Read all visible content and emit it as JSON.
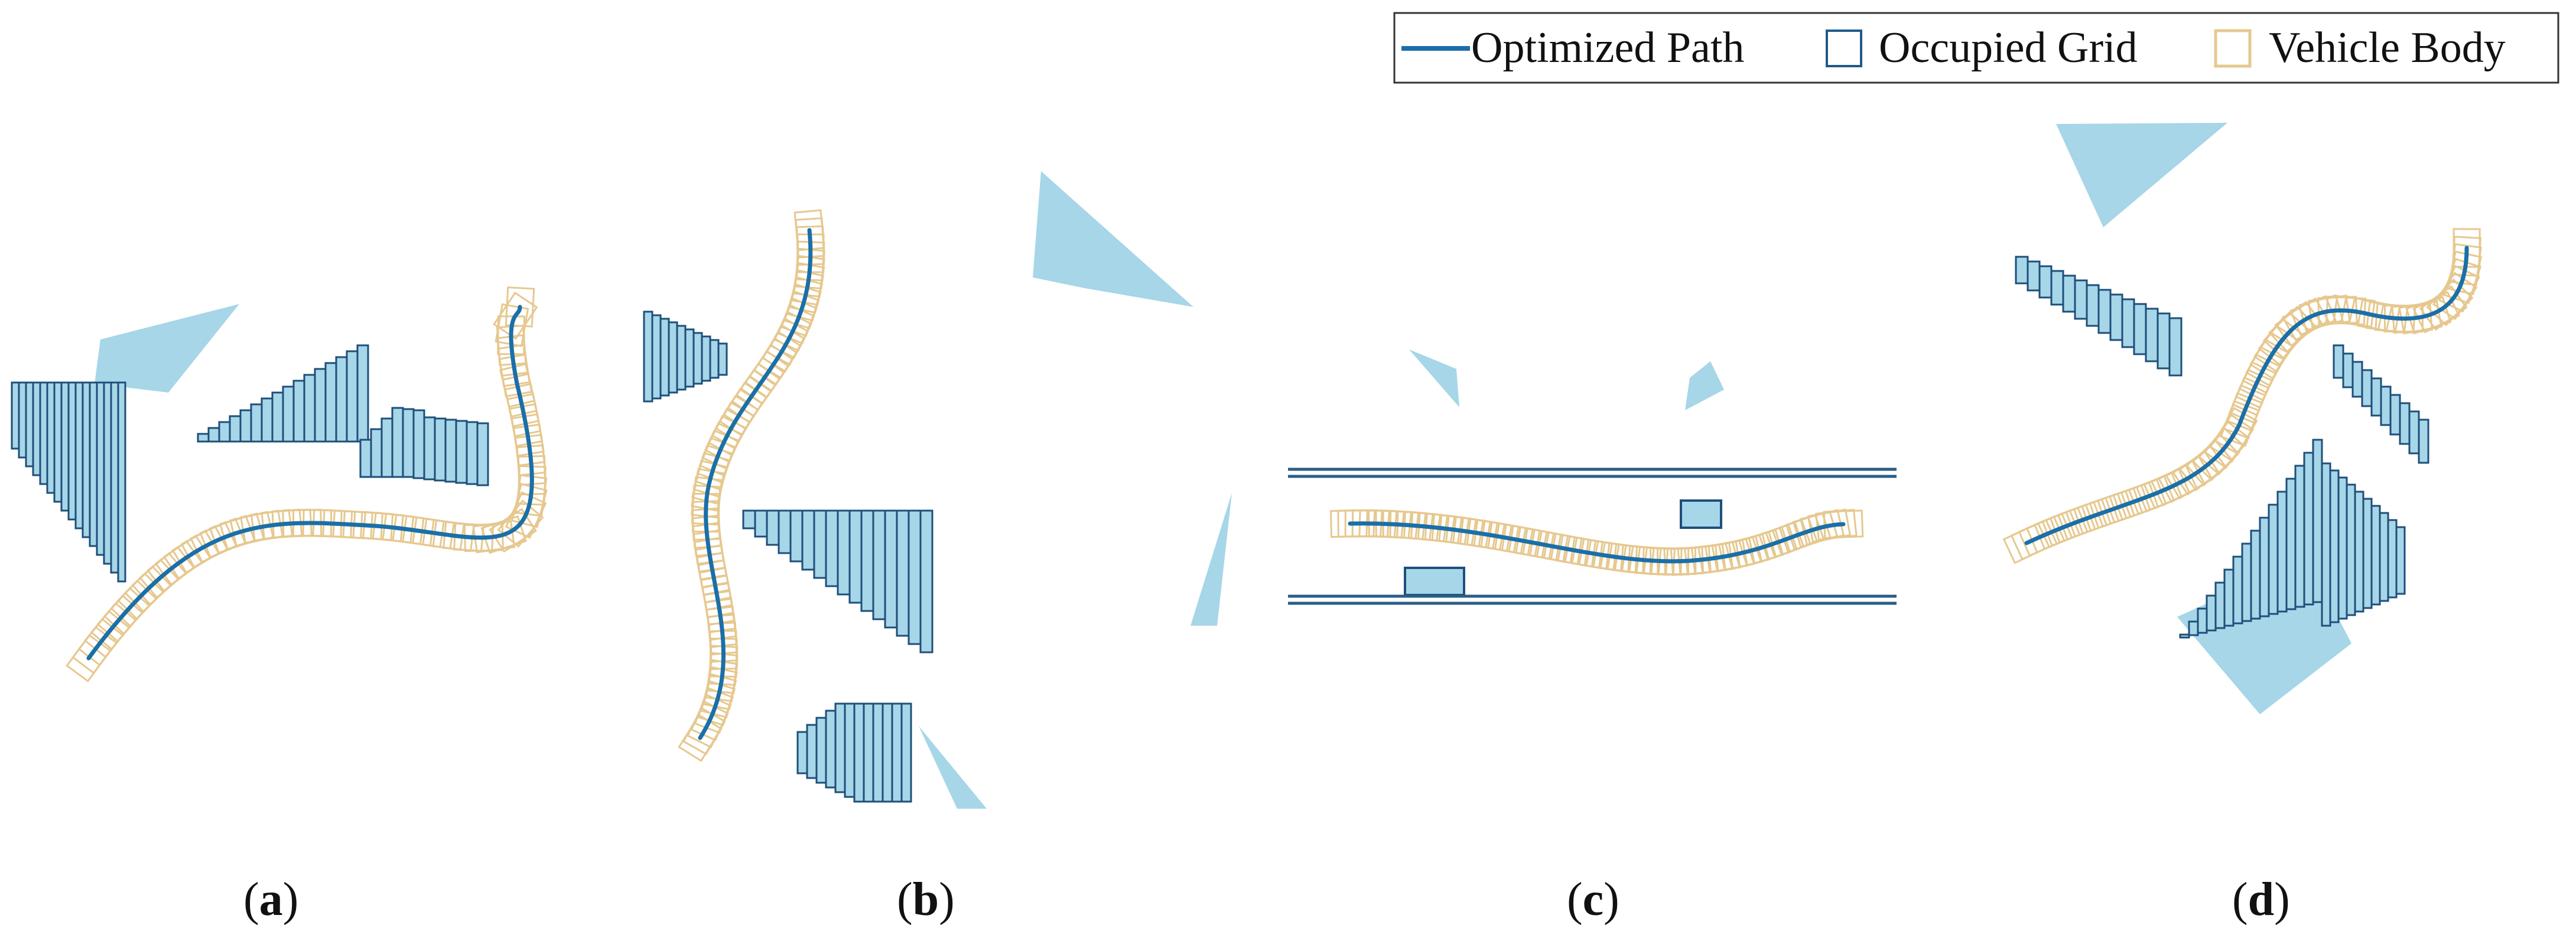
{
  "legend": {
    "items": [
      {
        "label": "Optimized Path",
        "kind": "line",
        "color": "#1f77b4"
      },
      {
        "label": "Occupied Grid",
        "kind": "box",
        "color": "#1f5a8a"
      },
      {
        "label": "Vehicle Body",
        "kind": "box",
        "color": "#e8c992"
      }
    ]
  },
  "colors": {
    "path": "#1a6fa8",
    "grid_fill": "#a6d6e8",
    "grid_stroke": "#1e4f7a",
    "obstacle": "#a6d6e8",
    "vehicle": "#e6c88f",
    "lane": "#2a5d86"
  },
  "subfigures": [
    {
      "id": "a",
      "label": "a"
    },
    {
      "id": "b",
      "label": "b"
    },
    {
      "id": "c",
      "label": "c"
    },
    {
      "id": "d",
      "label": "d"
    }
  ]
}
